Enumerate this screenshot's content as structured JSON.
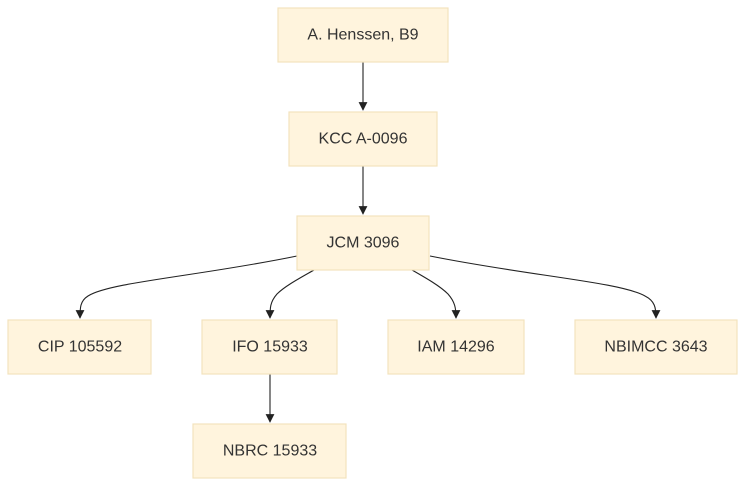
{
  "nodes": [
    {
      "id": "n1",
      "label": "A. Henssen, B9"
    },
    {
      "id": "n2",
      "label": "KCC A-0096"
    },
    {
      "id": "n3",
      "label": "JCM 3096"
    },
    {
      "id": "n4",
      "label": "CIP 105592"
    },
    {
      "id": "n5",
      "label": "IFO 15933"
    },
    {
      "id": "n6",
      "label": "IAM 14296"
    },
    {
      "id": "n7",
      "label": "NBIMCC 3643"
    },
    {
      "id": "n8",
      "label": "NBRC 15933"
    }
  ],
  "edges": [
    {
      "from": "n1",
      "to": "n2"
    },
    {
      "from": "n2",
      "to": "n3"
    },
    {
      "from": "n3",
      "to": "n4"
    },
    {
      "from": "n3",
      "to": "n5"
    },
    {
      "from": "n3",
      "to": "n6"
    },
    {
      "from": "n3",
      "to": "n7"
    },
    {
      "from": "n5",
      "to": "n8"
    }
  ],
  "colors": {
    "node_fill": "#fff4dd",
    "node_stroke": "#f2e3bd",
    "edge": "#222222",
    "text": "#333333"
  }
}
